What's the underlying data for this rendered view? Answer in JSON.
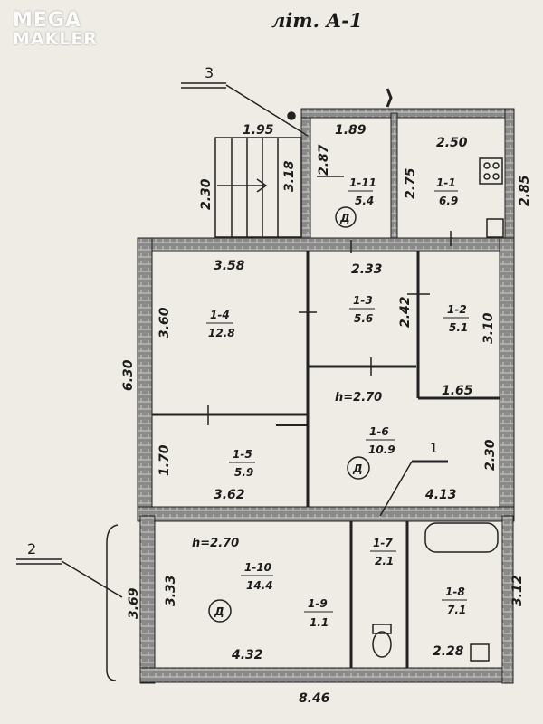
{
  "logo": {
    "line1": "MEGA",
    "line2": "MAKLER"
  },
  "title": "літ. А-1",
  "markers": [
    "3",
    "2",
    "1"
  ],
  "heights": [
    "h=2.70",
    "h=2.70"
  ],
  "letter_d": "Д",
  "rooms": [
    {
      "id": "1-11",
      "area": "5.4"
    },
    {
      "id": "1-1",
      "area": "6.9"
    },
    {
      "id": "1-4",
      "area": "12.8"
    },
    {
      "id": "1-3",
      "area": "5.6"
    },
    {
      "id": "1-2",
      "area": "5.1"
    },
    {
      "id": "1-5",
      "area": "5.9"
    },
    {
      "id": "1-6",
      "area": "10.9"
    },
    {
      "id": "1-10",
      "area": "14.4"
    },
    {
      "id": "1-7",
      "area": "2.1"
    },
    {
      "id": "1-9",
      "area": "1.1"
    },
    {
      "id": "1-8",
      "area": "7.1"
    }
  ],
  "dims": [
    "1.95",
    "2.30",
    "3.18",
    "1.89",
    "2.87",
    "2.50",
    "2.75",
    "2.85",
    "3.58",
    "2.33",
    "3.60",
    "2.42",
    "3.10",
    "6.30",
    "1.65",
    "1.70",
    "3.62",
    "2.30",
    "4.13",
    "3.69",
    "3.33",
    "4.32",
    "3.12",
    "2.28",
    "8.46"
  ]
}
